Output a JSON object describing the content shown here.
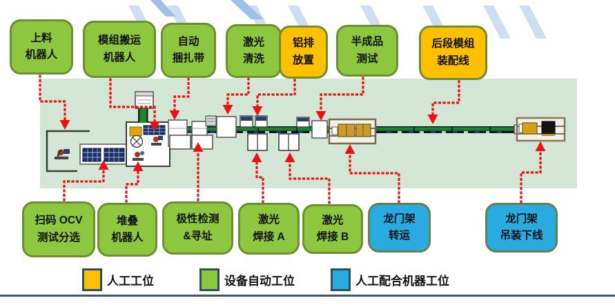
{
  "diagram_title": "",
  "colors": {
    "station_auto_fill": "#8dc63f",
    "station_manual_fill": "#ffc000",
    "station_manual_robot_fill": "#29abe2",
    "station_border": "#6c8f2f",
    "band_background": "#d4e6d6",
    "arrow_red": "#ee1111",
    "legend_swatch_border": "#2e4d60",
    "bottom_divider": "#3d5866"
  },
  "top_stations": [
    {
      "id": "loading-robot",
      "line1": "上料",
      "line2": "机器人",
      "type": "auto"
    },
    {
      "id": "module-transfer-robot",
      "line1": "模组搬运",
      "line2": "机器人",
      "type": "auto"
    },
    {
      "id": "auto-strapping",
      "line1": "自动",
      "line2": "捆扎带",
      "type": "auto"
    },
    {
      "id": "laser-cleaning",
      "line1": "激光",
      "line2": "清洗",
      "type": "auto"
    },
    {
      "id": "busbar-placement",
      "line1": "铝排",
      "line2": "放置",
      "type": "manual"
    },
    {
      "id": "semi-product-test",
      "line1": "半成品",
      "line2": "测试",
      "type": "auto"
    },
    {
      "id": "rear-module-assembly-line",
      "line1": "后段模组",
      "line2": "装配线",
      "type": "manual"
    }
  ],
  "bottom_stations": [
    {
      "id": "scan-ocv-test-sorting",
      "line1": "扫码 OCV",
      "line2": "测试分选",
      "type": "auto"
    },
    {
      "id": "stacking-robot",
      "line1": "堆叠",
      "line2": "机器人",
      "type": "auto"
    },
    {
      "id": "polarity-check-addressing",
      "line1": "极性检测",
      "line2": "&寻址",
      "type": "auto"
    },
    {
      "id": "laser-welding-a",
      "line1": "激光",
      "line2": "焊接 A",
      "type": "auto"
    },
    {
      "id": "laser-welding-b",
      "line1": "激光",
      "line2": "焊接 B",
      "type": "auto"
    },
    {
      "id": "gantry-transfer",
      "line1": "龙门架",
      "line2": "转运",
      "type": "manual_robot"
    },
    {
      "id": "gantry-hoist-offline",
      "line1": "龙门架",
      "line2": "吊装下线",
      "type": "manual_robot"
    }
  ],
  "legend": [
    {
      "label": "人工工位",
      "type": "manual"
    },
    {
      "label": "设备自动工位",
      "type": "auto"
    },
    {
      "label": "人工配合机器工位",
      "type": "manual_robot"
    }
  ]
}
